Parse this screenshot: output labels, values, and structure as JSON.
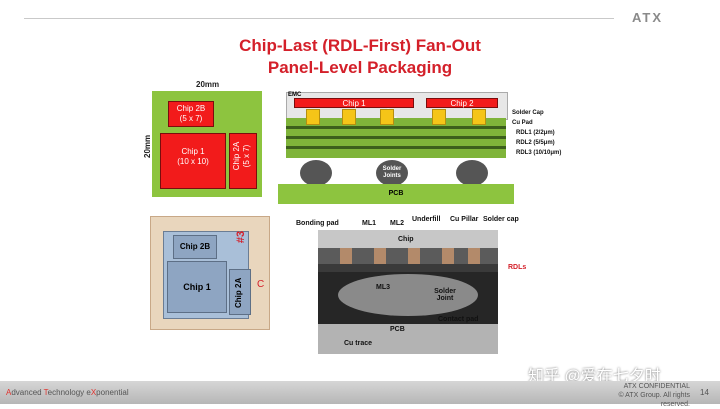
{
  "header": {
    "title_line1": "Chip-Last (RDL-First) Fan-Out",
    "title_line2": "Panel-Level Packaging",
    "logo_text": "ATX"
  },
  "floorplan": {
    "width_label": "20mm",
    "height_label": "20mm",
    "chip2b_name": "Chip 2B",
    "chip2b_size": "(5 x 7)",
    "chip1_name": "Chip 1",
    "chip1_size": "(10 x 10)",
    "chip2a_name": "Chip 2A",
    "chip2a_size": "(5 x 7)"
  },
  "cross_section": {
    "emc": "EMC",
    "chip1": "Chip 1",
    "chip2": "Chip 2",
    "cu_pillar": "Cu pillar",
    "solder_cap": "Solder Cap",
    "cu_pad": "Cu Pad",
    "rdl1": "RDL1 (2/2μm)",
    "rdl2": "RDL2 (5/5μm)",
    "rdl3": "RDL3 (10/10μm)",
    "solder_joints": "Solder Joints",
    "pcb": "PCB"
  },
  "photo_top": {
    "chip2b": "Chip 2B",
    "chip1": "Chip 1",
    "chip2a": "Chip 2A",
    "mark": "#3",
    "mark_side": "C"
  },
  "photo_cross": {
    "bonding_pad": "Bonding pad",
    "ml1": "ML1",
    "ml2": "ML2",
    "underfill": "Underfill",
    "cu_pillar": "Cu Pillar",
    "solder_cap": "Solder cap",
    "chip": "Chip",
    "rdls": "RDLs",
    "ml3": "ML3",
    "solder_joint": "Solder Joint",
    "contact_pad": "Contact pad",
    "pcb": "PCB",
    "cu_trace": "Cu trace"
  },
  "footer": {
    "tagline_a": "A",
    "tagline_a_rest": "dvanced ",
    "tagline_t": "T",
    "tagline_t_rest": "echnology e",
    "tagline_x": "X",
    "tagline_x_rest": "ponential",
    "confidential": "ATX CONFIDENTIAL",
    "copyright": "© ATX Group. All rights reserved.",
    "page": "14",
    "watermark": "知乎 @爱在七夕时"
  },
  "colors": {
    "title_red": "#d4202a",
    "chip_red": "#f21b1b",
    "board_green": "#8dc43f",
    "pillar_yellow": "#f5c518"
  }
}
